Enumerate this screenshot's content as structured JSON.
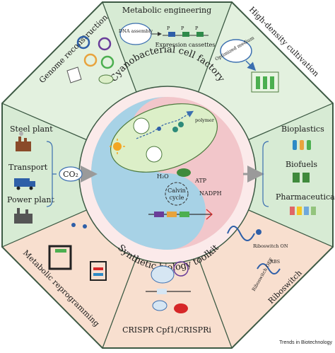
{
  "colors": {
    "green_panel": "#d7ebd4",
    "light_green_panel": "#e3f1df",
    "peach_panel": "#f8dfcf",
    "outline": "#3d5a44",
    "yin_blue": "#a7d2e6",
    "yin_pink": "#f2c6ca",
    "cell_green": "#dcefc8",
    "arrow_gray": "#9a9a9a"
  },
  "segments": {
    "top": {
      "title": "Metabolic engineering",
      "dna_label": "DNA assembly",
      "cassette_label": "Expression cassettes",
      "promoter_label": "P"
    },
    "top_left": {
      "title": "Genome reconstruction"
    },
    "top_right": {
      "title": "High-density cultivation",
      "medium_label": "Optimized medium"
    },
    "left": {
      "sources": [
        "Steel plant",
        "Transport",
        "Power plant"
      ],
      "co2_label": "CO₂"
    },
    "right": {
      "products": [
        "Bioplastics",
        "Biofuels",
        "Pharmaceuticals"
      ]
    },
    "bottom_left": {
      "title": "Metabolic reprogramming"
    },
    "bottom": {
      "title": "CRISPR Cpf1/CRISPRi"
    },
    "bottom_right": {
      "title": "Riboswitch",
      "on_label": "Riboswitch ON",
      "off_label": "Riboswitch OFF",
      "rbs_label": "RBS"
    }
  },
  "center": {
    "top_title": "Cyanobacterial cell factory",
    "bottom_title": "Synthetic biology toolkit",
    "polymer_label": "polymer",
    "h2o_label": "H₂O",
    "atp_label": "ATP",
    "nadph_label": "NADPH",
    "calvin_label": "Calvin cycle",
    "calvin_line1": "Calvin",
    "calvin_line2": "cycle"
  },
  "credit": "Trends in Biotechnology"
}
